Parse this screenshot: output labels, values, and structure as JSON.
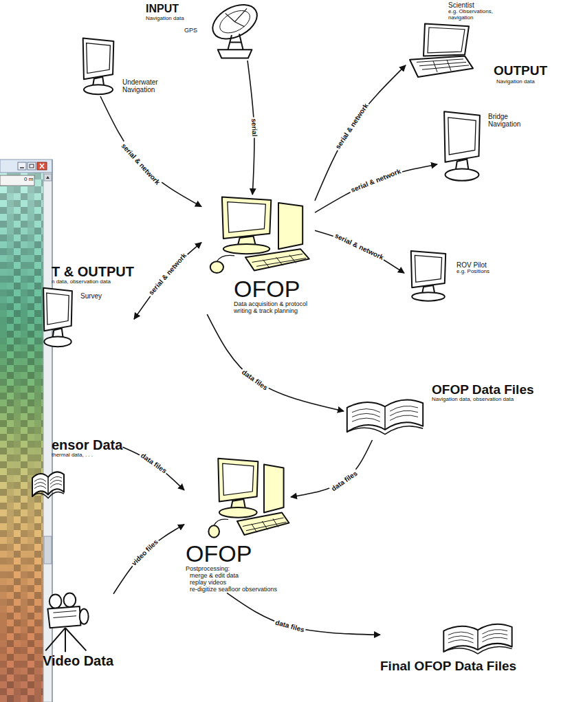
{
  "diagram": {
    "nodes": [
      {
        "text": [
          "GPS"
        ]
      },
      {
        "text": [
          "Underwater Navigation"
        ]
      },
      {
        "text": [
          "Scientist",
          "e.g. Observations, navigation"
        ]
      },
      {
        "text": [
          "Bridge Navigation"
        ]
      },
      {
        "text": [
          "ROV Pilot",
          "e.g. Positions"
        ]
      },
      {
        "text": [
          "T & OUTPUT",
          "n data, observation data",
          "Survey"
        ]
      },
      {
        "text": [
          "OFOP",
          "Data acquisition & protocol writing & track planning"
        ]
      },
      {
        "text": [
          "OFOP Data Files",
          "Navigation data, observation data"
        ]
      },
      {
        "text": [
          "ensor Data",
          "thermal data, . . ."
        ]
      },
      {
        "text": [
          "Video Data"
        ]
      },
      {
        "text": [
          "OFOP",
          "Postprocessing:",
          "merge & edit data",
          "replay videos",
          "re-digitize seafloor observations"
        ]
      },
      {
        "text": [
          "Final OFOP Data Files"
        ]
      }
    ],
    "edges": [
      {
        "from": 0,
        "to": 6,
        "label": "serial",
        "arrow": "to"
      },
      {
        "from": 1,
        "to": 6,
        "label": "serial & network",
        "arrow": "to"
      },
      {
        "from": 6,
        "to": 2,
        "label": "serial & network",
        "arrow": "to"
      },
      {
        "from": 6,
        "to": 3,
        "label": "serial & network",
        "arrow": "to"
      },
      {
        "from": 6,
        "to": 4,
        "label": "serial & network",
        "arrow": "to"
      },
      {
        "from": 6,
        "to": 5,
        "label": "serial & network",
        "arrow": "both"
      },
      {
        "from": 6,
        "to": 7,
        "label": "data files",
        "arrow": "to"
      },
      {
        "from": 7,
        "to": 10,
        "label": "data files",
        "arrow": "to"
      },
      {
        "from": 8,
        "to": 10,
        "label": "data files",
        "arrow": "to"
      },
      {
        "from": 9,
        "to": 10,
        "label": "video files",
        "arrow": "to"
      },
      {
        "from": 10,
        "to": 11,
        "label": "data files",
        "arrow": "to"
      }
    ],
    "labels": [
      "INPUT",
      "Navigation data",
      "OUTPUT",
      "Navigation data",
      "0 m"
    ]
  }
}
